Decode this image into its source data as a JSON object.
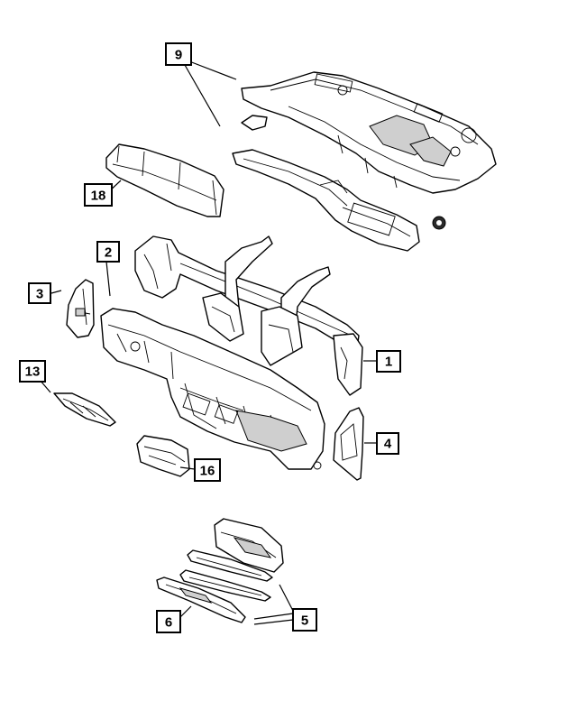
{
  "callouts": {
    "c1": "1",
    "c2": "2",
    "c3": "3",
    "c4": "4",
    "c5": "5",
    "c6": "6",
    "c9": "9",
    "c13": "13",
    "c16": "16",
    "c18": "18"
  }
}
